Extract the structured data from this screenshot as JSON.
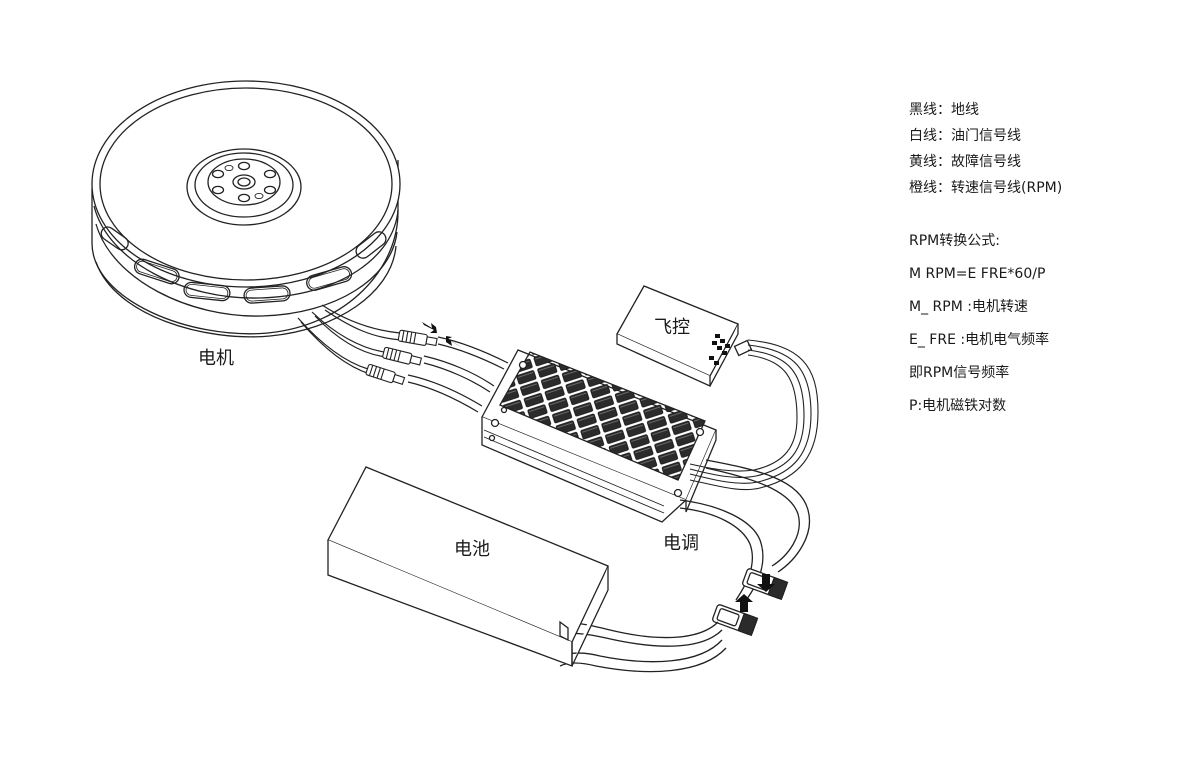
{
  "labels": {
    "motor": "电机",
    "flight_controller": "飞控",
    "esc": "电调",
    "battery": "电池"
  },
  "legend": [
    "黑线：地线",
    "白线：油门信号线",
    "黄线：故障信号线",
    "橙线：转速信号线(RPM)"
  ],
  "formula": [
    "RPM转换公式:",
    "M RPM=E FRE*60/P",
    "M_ RPM :电机转速",
    "E_ FRE :电机电气频率",
    "即RPM信号频率",
    "P:电机磁铁对数"
  ]
}
